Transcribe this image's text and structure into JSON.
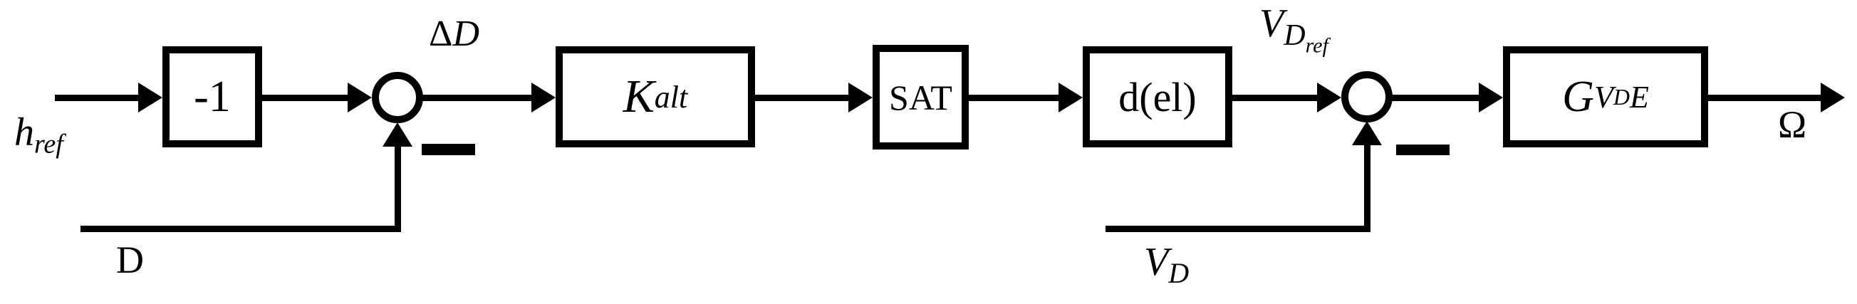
{
  "diagram_title": "altitude-control-block-diagram",
  "colors": {
    "background": "#ffffff",
    "line": "#000000"
  },
  "inputs": {
    "h_ref": {
      "base": "h",
      "sub": "ref"
    },
    "d_feedback": "D",
    "v_d_feedback": {
      "base": "V",
      "sub": "D"
    }
  },
  "signals": {
    "delta_d": {
      "prefix": "Δ",
      "base": "D"
    },
    "v_d_ref": {
      "base": "V",
      "sub": "D",
      "subsub": "ref"
    },
    "omega": "Ω"
  },
  "junctions": {
    "sum1": {
      "sign": "−"
    },
    "sum2": {
      "sign": "−"
    }
  },
  "blocks": {
    "neg_one": {
      "label": "-1"
    },
    "k_alt": {
      "base": "K",
      "sub": "alt"
    },
    "sat": {
      "label": "SAT"
    },
    "d_el": {
      "label": "d(el)"
    },
    "g_vde": {
      "base": "G",
      "sub1": "V",
      "sub2": "D",
      "sub3": "E"
    }
  }
}
